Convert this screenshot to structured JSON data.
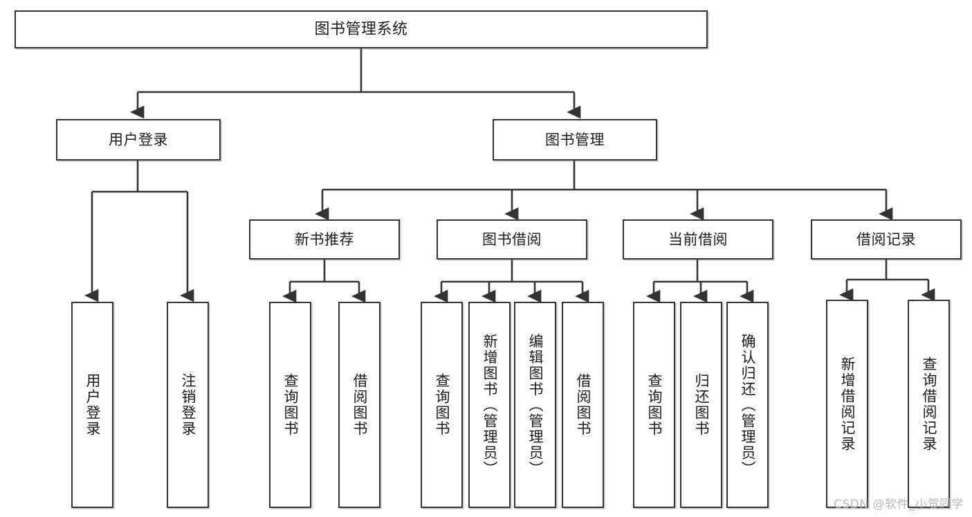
{
  "diagram": {
    "title": "图书管理系统",
    "type": "hierarchical-tree",
    "watermark": "CSDN @软件_小贺同学",
    "colors": {
      "background": "#ffffff",
      "stroke": "#333333",
      "text": "#1b1b1b",
      "watermark": "#b9b9b9"
    },
    "levels": {
      "root": "图书管理系统",
      "level2": [
        "用户登录",
        "图书管理"
      ],
      "level3": [
        "新书推荐",
        "图书借阅",
        "当前借阅",
        "借阅记录"
      ],
      "level4": [
        "用户登录",
        "注销登录",
        "查询图书",
        "借阅图书",
        "查询图书",
        "新增图书（管理员）",
        "编辑图书（管理员）",
        "借阅图书",
        "查询图书",
        "归还图书",
        "确认归还（管理员）",
        "新增借阅记录",
        "查询借阅记录"
      ]
    },
    "nodes": {
      "root": {
        "label": "图书管理系统"
      },
      "user_login": {
        "label": "用户登录"
      },
      "book_manage": {
        "label": "图书管理"
      },
      "new_book_rec": {
        "label": "新书推荐"
      },
      "book_borrow": {
        "label": "图书借阅"
      },
      "current_borrow": {
        "label": "当前借阅"
      },
      "borrow_record": {
        "label": "借阅记录"
      },
      "leaf_user_login": {
        "label": "用户登录"
      },
      "leaf_logout": {
        "label": "注销登录"
      },
      "leaf_query_book_1": {
        "label": "查询图书"
      },
      "leaf_borrow_book_1": {
        "label": "借阅图书"
      },
      "leaf_query_book_2": {
        "label": "查询图书"
      },
      "leaf_add_book": {
        "label": "新增图书（管理员）"
      },
      "leaf_edit_book": {
        "label": "编辑图书（管理员）"
      },
      "leaf_borrow_book_2": {
        "label": "借阅图书"
      },
      "leaf_query_book_3": {
        "label": "查询图书"
      },
      "leaf_return_book": {
        "label": "归还图书"
      },
      "leaf_confirm_return": {
        "label": "确认归还（管理员）"
      },
      "leaf_add_record": {
        "label": "新增借阅记录"
      },
      "leaf_query_record": {
        "label": "查询借阅记录"
      }
    },
    "edges": [
      {
        "from": "root",
        "to": "user_login"
      },
      {
        "from": "root",
        "to": "book_manage"
      },
      {
        "from": "user_login",
        "to": "leaf_user_login"
      },
      {
        "from": "user_login",
        "to": "leaf_logout"
      },
      {
        "from": "book_manage",
        "to": "new_book_rec"
      },
      {
        "from": "book_manage",
        "to": "book_borrow"
      },
      {
        "from": "book_manage",
        "to": "current_borrow"
      },
      {
        "from": "book_manage",
        "to": "borrow_record"
      },
      {
        "from": "new_book_rec",
        "to": "leaf_query_book_1"
      },
      {
        "from": "new_book_rec",
        "to": "leaf_borrow_book_1"
      },
      {
        "from": "book_borrow",
        "to": "leaf_query_book_2"
      },
      {
        "from": "book_borrow",
        "to": "leaf_add_book"
      },
      {
        "from": "book_borrow",
        "to": "leaf_edit_book"
      },
      {
        "from": "book_borrow",
        "to": "leaf_borrow_book_2"
      },
      {
        "from": "current_borrow",
        "to": "leaf_query_book_3"
      },
      {
        "from": "current_borrow",
        "to": "leaf_return_book"
      },
      {
        "from": "current_borrow",
        "to": "leaf_confirm_return"
      },
      {
        "from": "borrow_record",
        "to": "leaf_add_record"
      },
      {
        "from": "borrow_record",
        "to": "leaf_query_record"
      }
    ]
  }
}
